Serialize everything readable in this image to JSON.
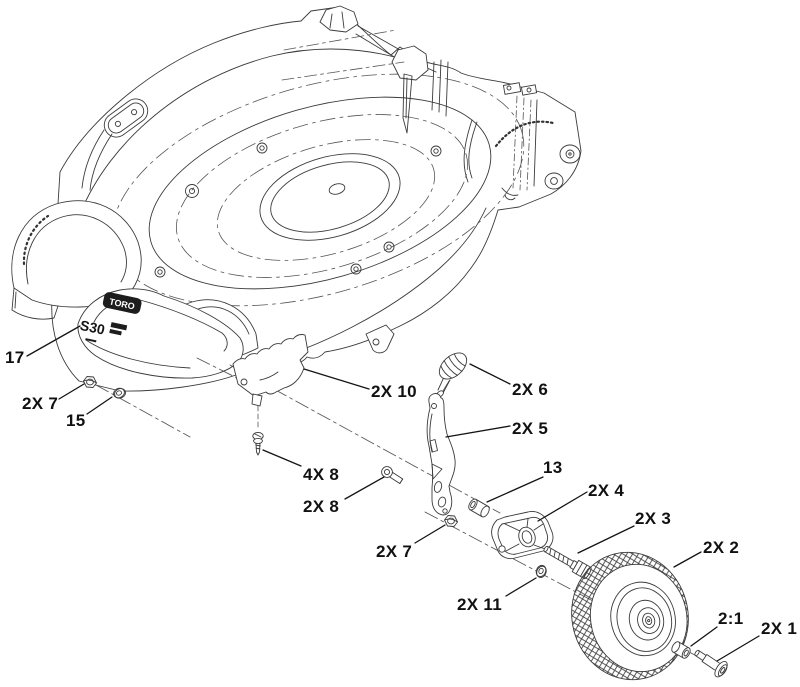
{
  "figure": {
    "kind": "exploded-parts-diagram",
    "background_color": "#ffffff",
    "line_color": "#3b3b3b",
    "callout_color": "#111111",
    "brand_badge": "TORO",
    "model_badge": "S30"
  },
  "callouts": [
    {
      "id": "callout-17",
      "text": "17"
    },
    {
      "id": "callout-2x7-upper",
      "text": "2X 7"
    },
    {
      "id": "callout-15",
      "text": "15"
    },
    {
      "id": "callout-2x10",
      "text": "2X 10"
    },
    {
      "id": "callout-4x8",
      "text": "4X 8"
    },
    {
      "id": "callout-2x8",
      "text": "2X 8"
    },
    {
      "id": "callout-2x6",
      "text": "2X 6"
    },
    {
      "id": "callout-2x5",
      "text": "2X 5"
    },
    {
      "id": "callout-13",
      "text": "13"
    },
    {
      "id": "callout-2x4",
      "text": "2X 4"
    },
    {
      "id": "callout-2x3",
      "text": "2X 3"
    },
    {
      "id": "callout-2x7-lower",
      "text": "2X 7"
    },
    {
      "id": "callout-2x11",
      "text": "2X 11"
    },
    {
      "id": "callout-2x2",
      "text": "2X 2"
    },
    {
      "id": "callout-scale-2-1",
      "text": "2:1"
    },
    {
      "id": "callout-2x1",
      "text": "2X 1"
    }
  ]
}
